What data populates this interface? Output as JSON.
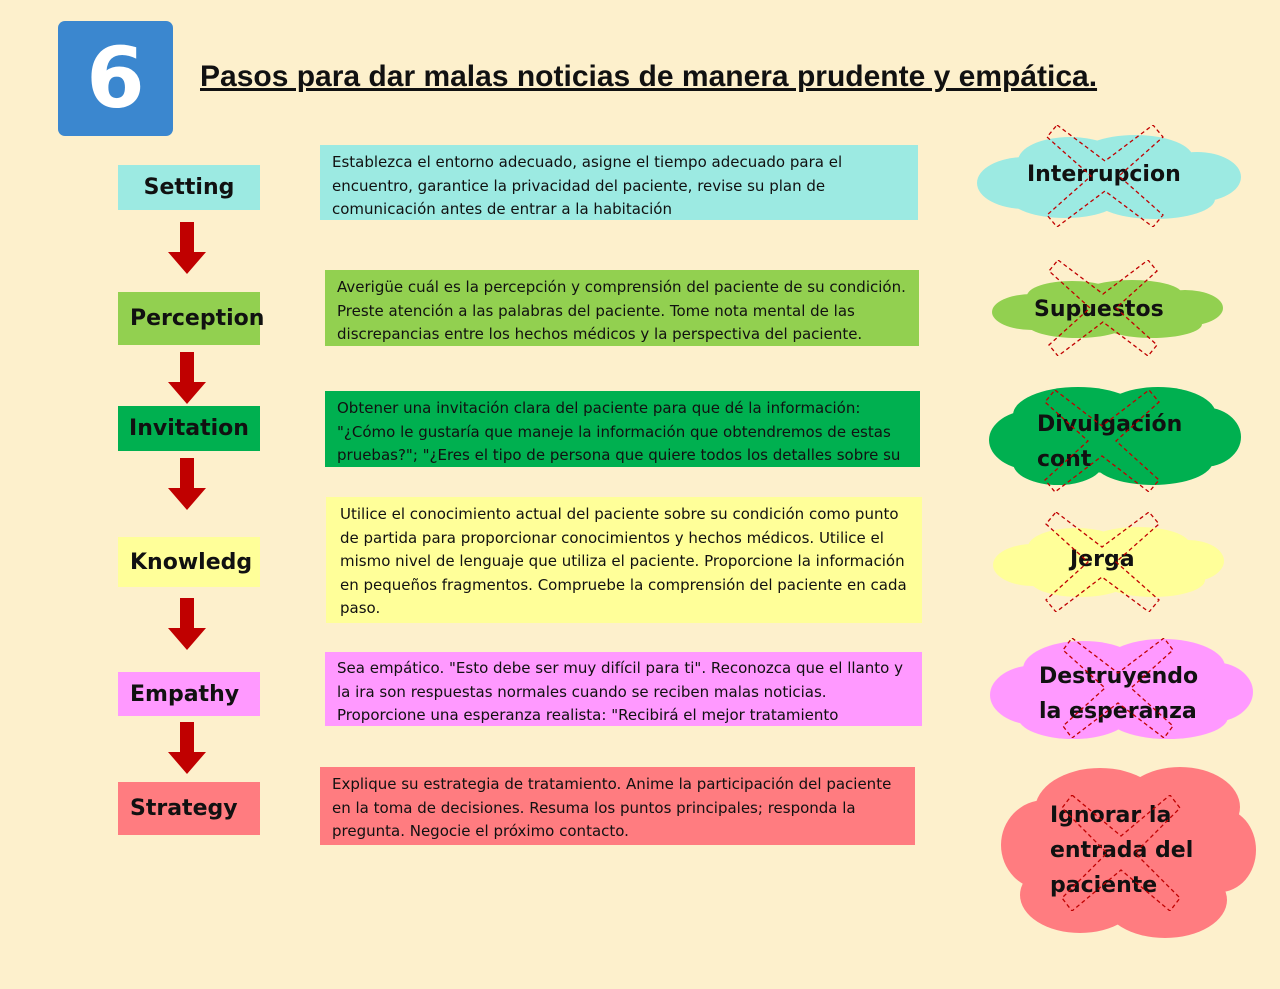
{
  "header": {
    "badge": "6",
    "title": "Pasos para dar malas noticias de manera prudente y empática."
  },
  "steps": [
    {
      "label": "Setting",
      "color": "#9ceae2",
      "description": "Establezca el entorno adecuado, asigne el tiempo adecuado para el encuentro, garantice la privacidad del paciente, revise su plan de comunicación antes de entrar a la habitación",
      "barrier": "Interrupcion"
    },
    {
      "label": "Perception",
      "color": "#92d050",
      "description": "Averigüe cuál es la percepción y comprensión del paciente de su condición. Preste atención a las palabras del paciente. Tome nota mental de las discrepancias entre los hechos médicos y la perspectiva del paciente.",
      "barrier": "Supuestos"
    },
    {
      "label": "Invitation",
      "color": "#00b050",
      "description": "Obtener una invitación clara del paciente para que dé la información: \"¿Cómo le gustaría que maneje la información que obtendremos de estas pruebas?\"; \"¿Eres el tipo de persona que quiere todos los detalles sobre su condición?\"",
      "barrier": "Divulgación cont"
    },
    {
      "label": "Knowledg",
      "color": "#ffff99",
      "description": "Utilice el conocimiento actual del paciente sobre su condición como punto de partida para proporcionar conocimientos y hechos médicos. Utilice el mismo nivel de lenguaje que utiliza el paciente. Proporcione la información en pequeños fragmentos. Compruebe la comprensión del paciente en cada paso.",
      "barrier": "Jerga"
    },
    {
      "label": "Empathy",
      "color": "#ff99ff",
      "description": "Sea empático. \"Esto debe ser muy difícil para ti\". Reconozca que el llanto y la ira son respuestas normales cuando se reciben malas noticias. Proporcione una esperanza realista: \"Recibirá el mejor tratamiento disponible\".",
      "barrier": "Destruyendo la esperanza"
    },
    {
      "label": "Strategy",
      "color": "#ff7c80",
      "description": "Explique su estrategia de tratamiento. Anime la participación del paciente en la toma de decisiones. Resuma los puntos principales; responda la pregunta. Negocie el próximo contacto.",
      "barrier": "Ignorar la entrada del paciente"
    }
  ],
  "colors": {
    "arrow": "#c00000",
    "x_mark": "#c00000",
    "badge": "#3b87cf",
    "background": "#fdf0cc"
  }
}
